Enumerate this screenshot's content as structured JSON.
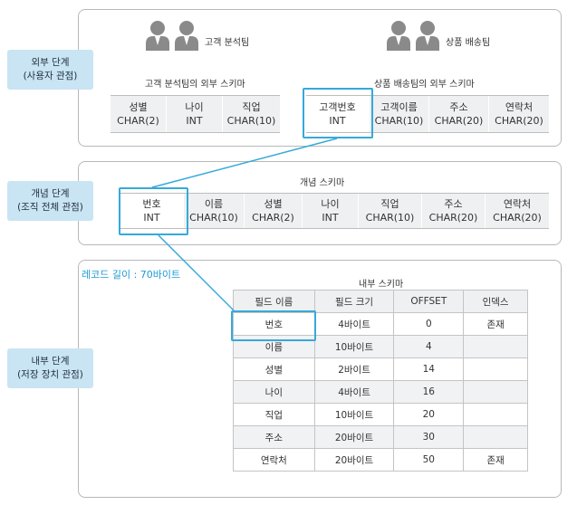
{
  "external": {
    "level_line1": "외부 단계",
    "level_line2": "(사용자 관점)",
    "left_group": "고객 분석팀",
    "left_schema_title": "고객 분석팀의 외부 스키마",
    "left_fields": [
      {
        "name": "성별",
        "type": "CHAR(2)"
      },
      {
        "name": "나이",
        "type": "INT"
      },
      {
        "name": "직업",
        "type": "CHAR(10)"
      }
    ],
    "right_group": "상품 배송팀",
    "right_schema_title": "상품 배송팀의 외부 스키마",
    "right_fields": [
      {
        "name": "고객번호",
        "type": "INT"
      },
      {
        "name": "고객이름",
        "type": "CHAR(10)"
      },
      {
        "name": "주소",
        "type": "CHAR(20)"
      },
      {
        "name": "연락처",
        "type": "CHAR(20)"
      }
    ]
  },
  "conceptual": {
    "level_line1": "개념 단계",
    "level_line2": "(조직 전체 관점)",
    "schema_title": "개념 스키마",
    "fields": [
      {
        "name": "번호",
        "type": "INT"
      },
      {
        "name": "이름",
        "type": "CHAR(10)"
      },
      {
        "name": "성별",
        "type": "CHAR(2)"
      },
      {
        "name": "나이",
        "type": "INT"
      },
      {
        "name": "직업",
        "type": "CHAR(10)"
      },
      {
        "name": "주소",
        "type": "CHAR(20)"
      },
      {
        "name": "연락처",
        "type": "CHAR(20)"
      }
    ]
  },
  "internal": {
    "level_line1": "내부 단계",
    "level_line2": "(저장 장치 관점)",
    "record_length": "레코드 길이 : 70바이트",
    "schema_title": "내부 스키마",
    "headers": [
      "필드 이름",
      "필드 크기",
      "OFFSET",
      "인덱스"
    ],
    "rows": [
      [
        "번호",
        "4바이트",
        "0",
        "존재"
      ],
      [
        "이름",
        "10바이트",
        "4",
        ""
      ],
      [
        "성별",
        "2바이트",
        "14",
        ""
      ],
      [
        "나이",
        "4바이트",
        "16",
        ""
      ],
      [
        "직업",
        "10바이트",
        "20",
        ""
      ],
      [
        "주소",
        "20바이트",
        "30",
        ""
      ],
      [
        "연락처",
        "20바이트",
        "50",
        "존재"
      ]
    ]
  },
  "colors": {
    "accent": "#36a9d9",
    "label_bg": "#c9e4f3",
    "cell_bg": "#eef0f1",
    "person_icon": "#8a8a8a"
  },
  "icons": [
    "user-group-icon"
  ]
}
